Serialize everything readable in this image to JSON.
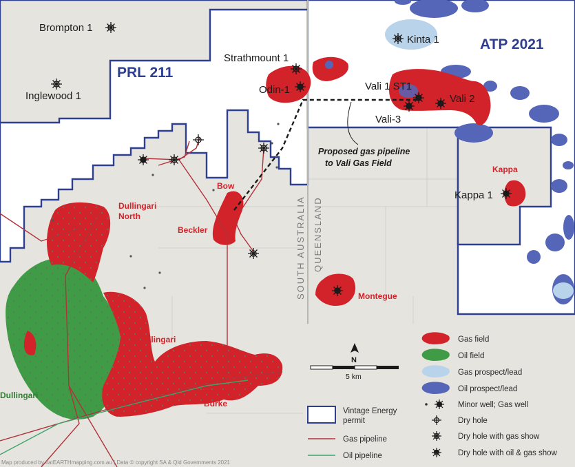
{
  "permits": {
    "prl": "PRL 211",
    "atp": "ATP 2021"
  },
  "wells": {
    "brompton": "Brompton 1",
    "inglewood": "Inglewood 1",
    "strathmount": "Strathmount 1",
    "odin": "Odin-1",
    "kinta": "Kinta 1",
    "vali_st1": "Vali 1 ST1",
    "vali2": "Vali 2",
    "vali3": "Vali-3",
    "kappa1": "Kappa 1"
  },
  "fields": {
    "kappa": "Kappa",
    "bow": "Bow",
    "dullingari_north_line1": "Dullingari",
    "dullingari_north_line2": "North",
    "beckler": "Beckler",
    "montegue": "Montegue",
    "dullingari": "Dullingari",
    "burke": "Burke",
    "dullingari_oil": "Dullingari"
  },
  "border": {
    "south_australia": "SOUTH AUSTRALIA",
    "queensland": "QUEENSLAND"
  },
  "pipeline_annotation": {
    "line1": "Proposed gas pipeline",
    "line2": "to Vali Gas Field"
  },
  "scale": {
    "north": "N",
    "distance": "5 km"
  },
  "legend": {
    "gas_field": "Gas field",
    "oil_field": "Oil field",
    "gas_prospect": "Gas prospect/lead",
    "oil_prospect": "Oil prospect/lead",
    "minor_well": "Minor well; Gas well",
    "dry_hole": "Dry hole",
    "dry_hole_gas": "Dry hole with gas show",
    "dry_hole_oil_gas": "Dry hole with oil & gas show",
    "permit_line1": "Vintage Energy",
    "permit_line2": "permit",
    "gas_pipeline": "Gas pipeline",
    "oil_pipeline": "Oil pipeline"
  },
  "credit": "Map produced by flatEARTHmapping.com.au | Data © copyright SA & Qld Governments 2021",
  "colors": {
    "gas_field": "#d2232a",
    "oil_field": "#3f9b45",
    "gas_prospect": "#b9d3ea",
    "oil_prospect": "#5566b8",
    "permit_border": "#2f3f8f",
    "gas_pipeline": "#b2323a",
    "oil_pipeline": "#3aa46a",
    "background": "#e6e4df"
  }
}
